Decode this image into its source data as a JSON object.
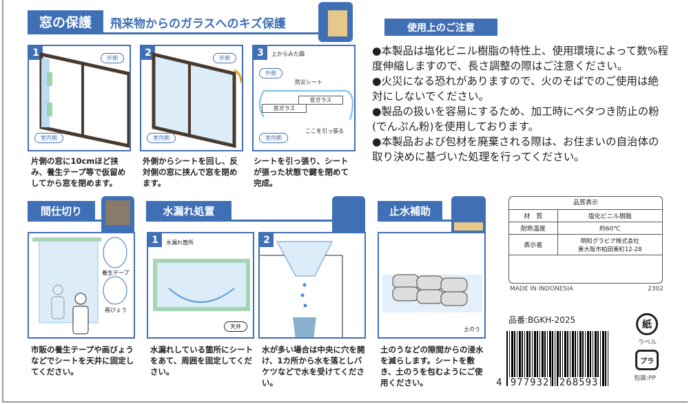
{
  "window_protection": {
    "title": "窓の保護",
    "subtitle": "飛来物からのガラスへのキズ保護",
    "steps": [
      {
        "num": "1",
        "outside": "外側",
        "inside": "室内側",
        "caption": "片側の窓に10cmほど挟み、養生テープ等で仮留めしてから窓を閉めます。"
      },
      {
        "num": "2",
        "outside": "外側",
        "inside": "室内側",
        "caption": "外側からシートを回し、反対側の窓に挟んで窓を閉めます。"
      },
      {
        "num": "3",
        "view_label": "上からみた図",
        "outside": "外側",
        "inside": "室内側",
        "sheet": "防災シート",
        "glass1": "窓ガラス",
        "glass2": "窓ガラス",
        "pull": "ここを引っ張る",
        "caption": "シートを引っ張り、シートが張った状態で鍵を閉めて完成。"
      }
    ]
  },
  "cautions": {
    "title": "使用上のご注意",
    "items": [
      "●本製品は塩化ビニル樹脂の特性上、使用環境によって数%程度伸縮しますので、長さ調整の際はご注意ください。",
      "●火災になる恐れがありますので、火のそばでのご使用は絶対にしないでください。",
      "●製品の扱いを容易にするため、加工時にベタつき防止の粉(でんぷん粉)を使用しております。",
      "●本製品および包材を廃棄される際は、お住まいの自治体の取り決めに基づいた処理を行ってください。"
    ]
  },
  "partition": {
    "title": "間仕切り",
    "tape": "養生テープ",
    "pin": "画びょう",
    "caption": "市販の養生テープや画びょうなどでシートを天井に固定してください。"
  },
  "leak": {
    "title": "水漏れ処置",
    "steps": [
      {
        "num": "1",
        "label": "水漏れ箇所",
        "ceiling": "天井",
        "caption": "水漏れしている箇所にシートをあて、周囲を固定してください。"
      },
      {
        "num": "2",
        "caption": "水が多い場合は中央に穴を開け、1カ所から水を落としバケツなどで水を受けてください。"
      }
    ]
  },
  "flood": {
    "title": "止水補助",
    "sandbag": "土のう",
    "caption": "土のうなどの隙間からの浸水を減らします。シートを敷き、土のうを包むようにご使用ください。"
  },
  "quality": {
    "title": "品質表示",
    "rows": [
      {
        "label": "材　質",
        "value": "塩化ビニル樹脂"
      },
      {
        "label": "耐熱温度",
        "value": "約60℃"
      },
      {
        "label": "表示者",
        "value": "明和グラビア株式会社",
        "value2": "東大阪市柏田東町12-28"
      }
    ],
    "origin": "MADE IN INDONESIA",
    "lot": "2302"
  },
  "product_no": "品番:BGKH-2025",
  "barcode": {
    "first": "4",
    "left": "977932",
    "right": "268593"
  },
  "recycle": {
    "paper": "紙",
    "paper_label": "ラベル",
    "plastic": "プラ",
    "plastic_label": "包装:PP"
  },
  "colors": {
    "brand": "#3f6fb5"
  }
}
